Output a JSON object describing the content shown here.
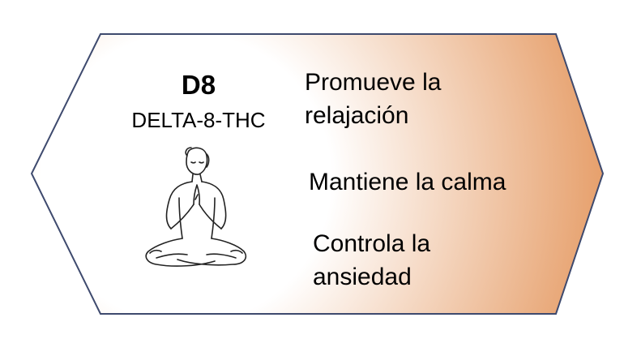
{
  "product": {
    "abbrev": "D8",
    "full_name": "DELTA-8-THC"
  },
  "benefits": [
    "Promueve la relajación",
    "Mantiene la calma",
    "Controla la ansiedad"
  ],
  "colors": {
    "gradient_start": "#ffffff",
    "gradient_end": "#e39358",
    "border": "#3e4a6e"
  },
  "icon": "meditating-person-icon"
}
